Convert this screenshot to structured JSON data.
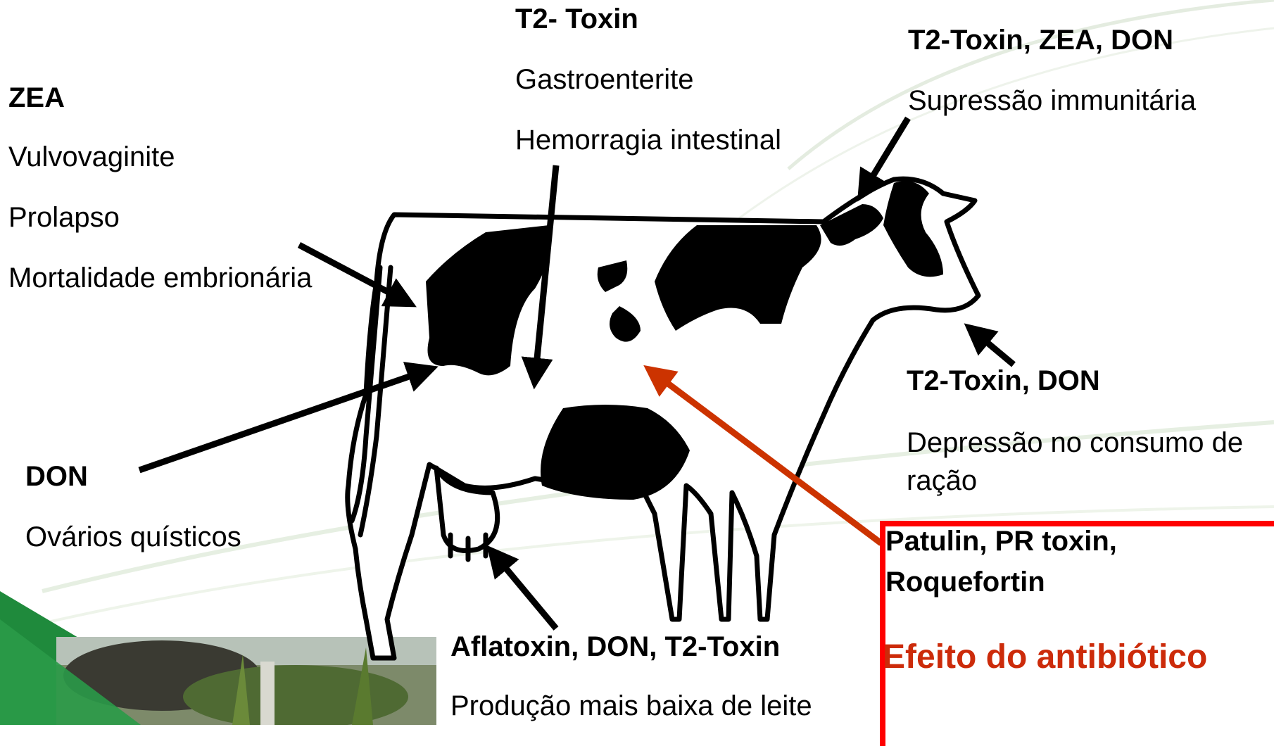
{
  "annotations": {
    "zea": {
      "title": "ZEA",
      "lines": [
        "Vulvovaginite",
        "Prolapso",
        "Mortalidade embrionária"
      ]
    },
    "t2_top": {
      "title": "T2- Toxin",
      "lines": [
        "Gastroenterite",
        "Hemorragia intestinal"
      ]
    },
    "immune": {
      "title": "T2-Toxin, ZEA, DON",
      "lines": [
        "Supressão immunitária"
      ]
    },
    "feed": {
      "title": "T2-Toxin, DON",
      "lines": [
        "Depressão no consumo de",
        "ração"
      ]
    },
    "ovary": {
      "title": "DON",
      "lines": [
        "Ovários quísticos"
      ]
    },
    "milk": {
      "title": "Aflatoxin, DON, T2-Toxin",
      "lines": [
        "Produção mais baixa de leite"
      ]
    },
    "antibiotic": {
      "title_line1": "Patulin, PR toxin,",
      "title_line2": "Roquefortin",
      "effect": "Efeito do antibiótico"
    }
  },
  "colors": {
    "arrow": "#000000",
    "highlight_arrow": "#cc3300",
    "box_border": "#ff0000",
    "effect_text": "#cc2b0a",
    "accent_green": "#1f8a3c"
  },
  "icons": {
    "main_figure": "cow-silhouette-icon",
    "corner_photo": "pasture-photo"
  }
}
